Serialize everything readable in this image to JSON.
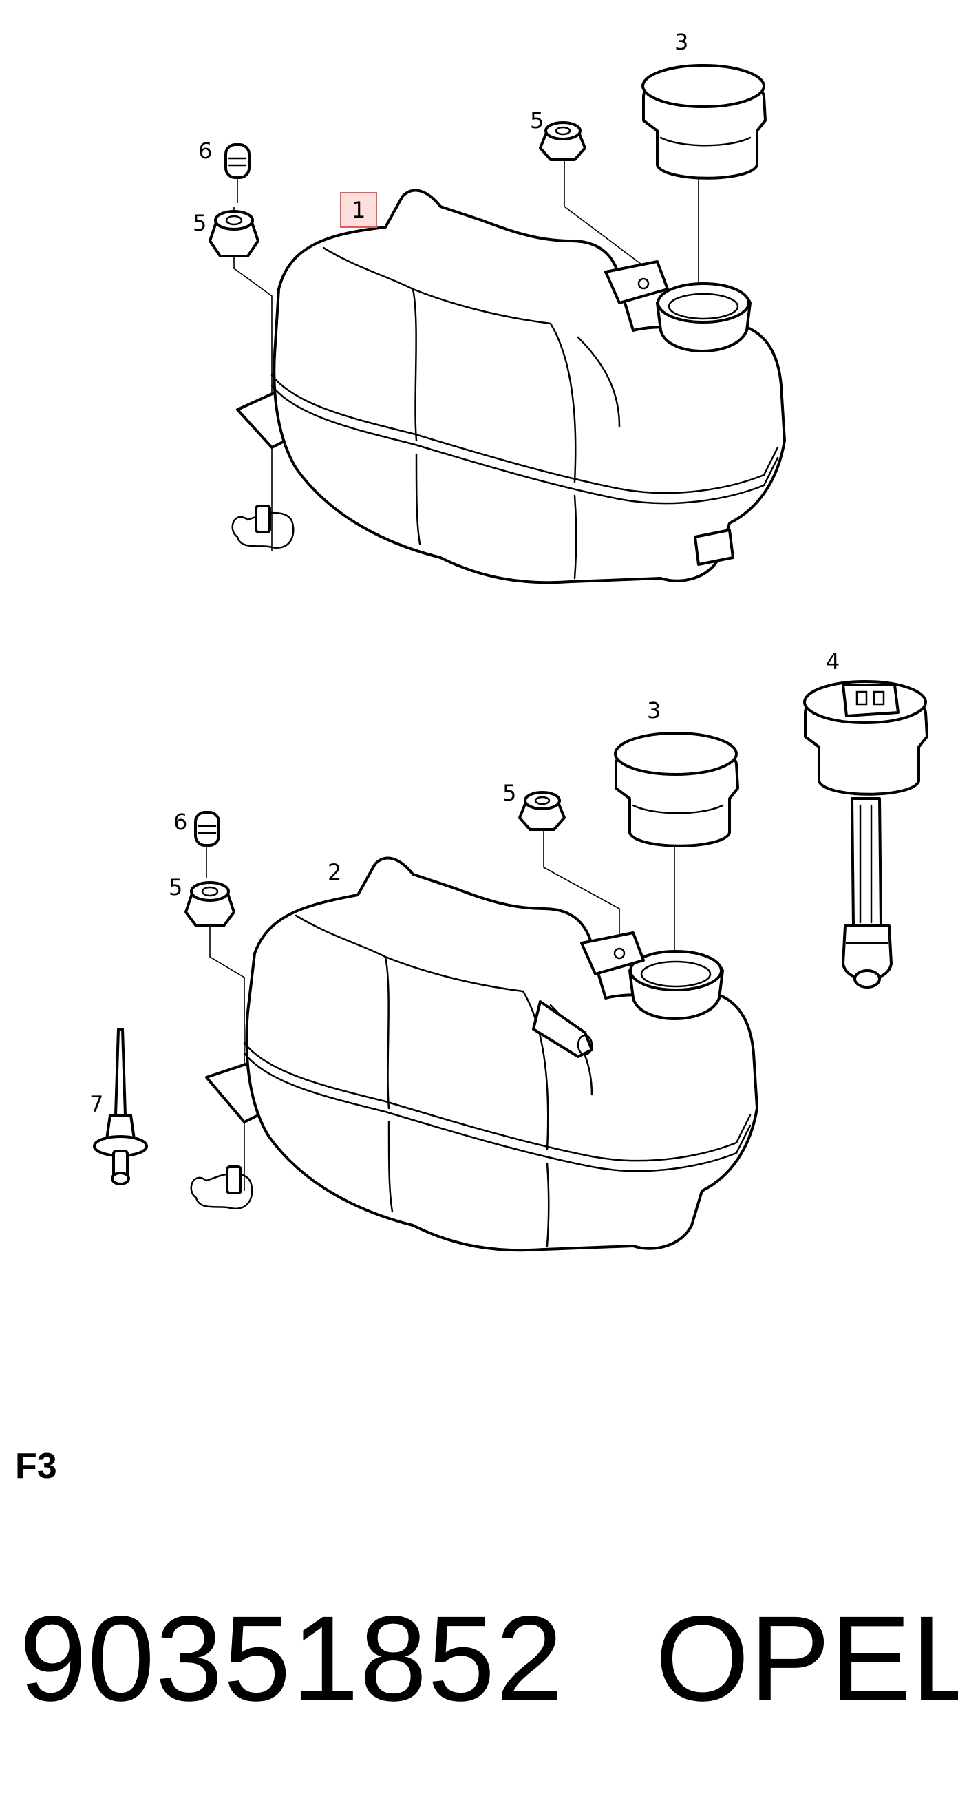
{
  "diagram": {
    "callouts": {
      "top_cap": "3",
      "top_nut_right": "5",
      "top_cap_sleeve": "6",
      "top_nut_left": "5",
      "top_tank": "1",
      "bottom_sensor_cap": "4",
      "bottom_cap": "3",
      "bottom_nut_right": "5",
      "bottom_cap_sleeve": "6",
      "bottom_nut_left": "5",
      "bottom_tank": "2",
      "bottom_bolt": "7"
    },
    "highlight_color": "#ffdede",
    "highlight_border": "#e85a5a"
  },
  "footer": {
    "section": "F3",
    "part_number": "90351852",
    "brand": "OPEL"
  }
}
